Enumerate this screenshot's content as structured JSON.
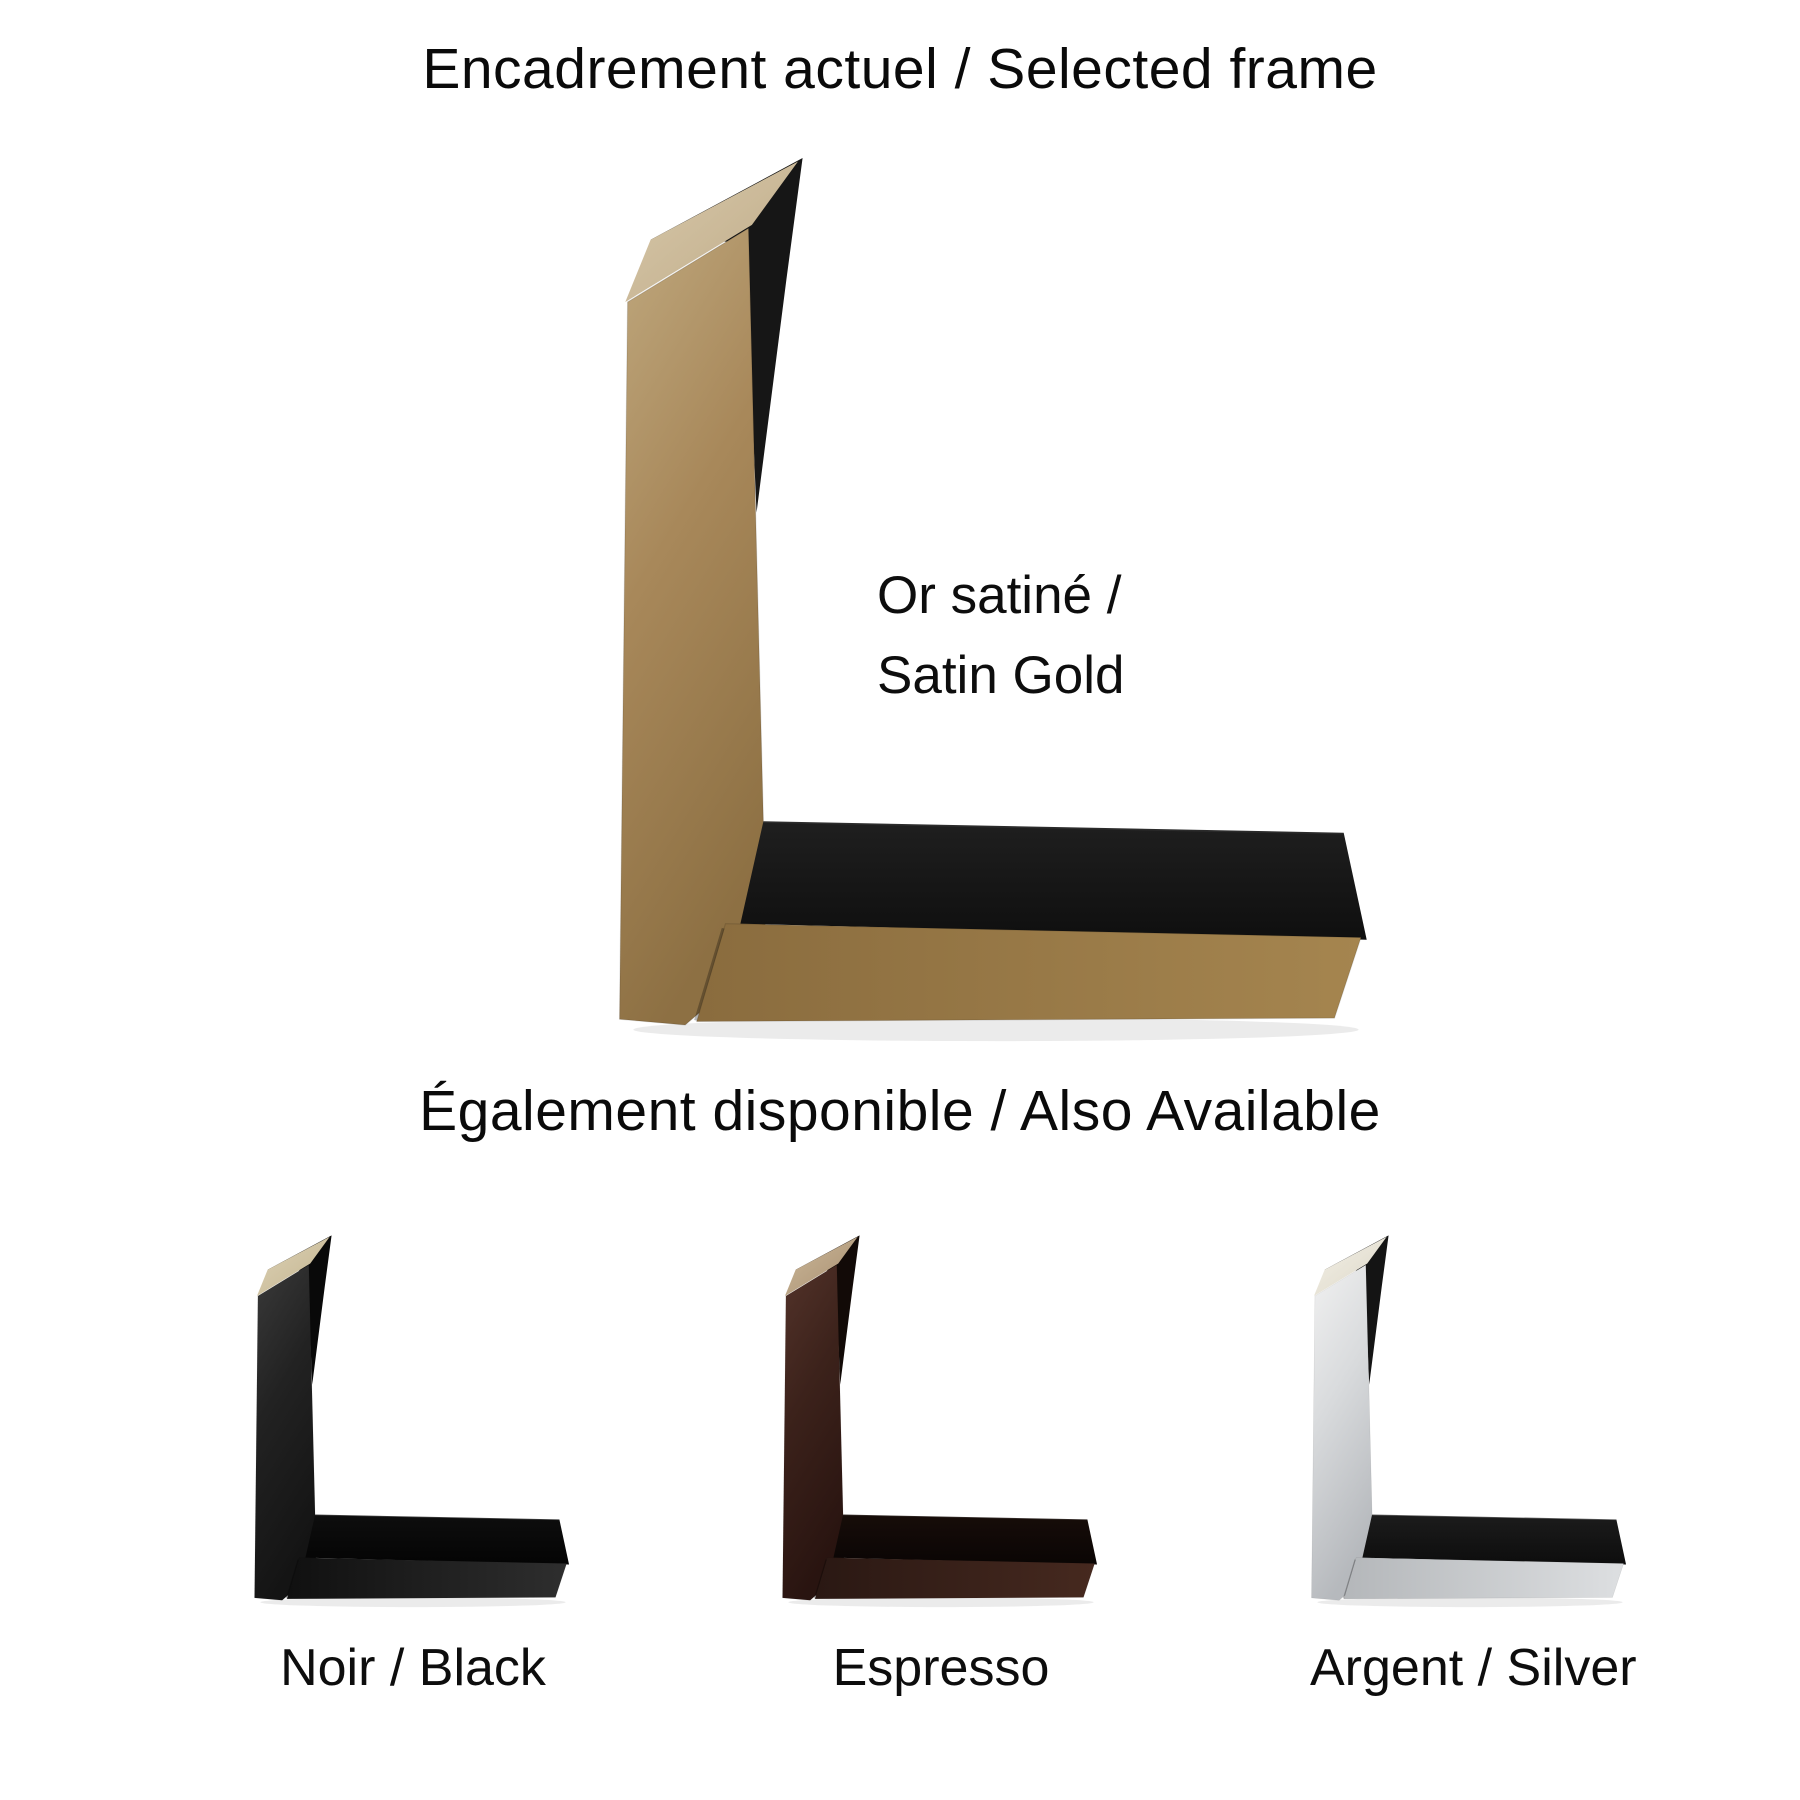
{
  "page": {
    "background": "#ffffff",
    "text_color": "#0a0a0a"
  },
  "selected": {
    "title": "Encadrement actuel / Selected frame",
    "frame": {
      "id": "satin-gold",
      "label_fr": "Or satiné /",
      "label_en": "Satin Gold",
      "colors": {
        "face": [
          "#bfa87e",
          "#a8885a",
          "#8d7043"
        ],
        "strip": [
          "#8a6c3e",
          "#a5854f"
        ],
        "cut": [
          "#d8c9ab",
          "#bfab88"
        ],
        "lip": [
          "#1f1f1f",
          "#0f0f0f"
        ],
        "back": "#161616",
        "edge": "rgba(255,255,255,0.06)"
      }
    }
  },
  "available": {
    "title": "Également disponible / Also Available",
    "frames": [
      {
        "id": "black",
        "label": "Noir / Black",
        "colors": {
          "face": [
            "#3a3a3a",
            "#222222",
            "#141414"
          ],
          "strip": [
            "#101010",
            "#2e2e2e"
          ],
          "cut": [
            "#ddd2b6",
            "#c3b48f"
          ],
          "lip": [
            "#0e0e0e",
            "#040404"
          ],
          "back": "#090909",
          "edge": "rgba(255,255,255,0.22)"
        }
      },
      {
        "id": "espresso",
        "label": "Espresso",
        "colors": {
          "face": [
            "#53332a",
            "#3c221b",
            "#291410"
          ],
          "strip": [
            "#2a1813",
            "#46291f"
          ],
          "cut": [
            "#cbb89a",
            "#a98f70"
          ],
          "lip": [
            "#170d09",
            "#0a0504"
          ],
          "back": "#120a07",
          "edge": "rgba(255,255,255,0.15)"
        }
      },
      {
        "id": "silver",
        "label": "Argent / Silver",
        "colors": {
          "face": [
            "#f1f1f1",
            "#d9dbdd",
            "#b6b9bd"
          ],
          "strip": [
            "#b4b7ba",
            "#dddfe1"
          ],
          "cut": [
            "#f3f0e7",
            "#dcd7c7"
          ],
          "lip": [
            "#1c1c1c",
            "#0d0d0d"
          ],
          "back": "#141414",
          "edge": "rgba(255,255,255,0.3)"
        }
      }
    ]
  }
}
